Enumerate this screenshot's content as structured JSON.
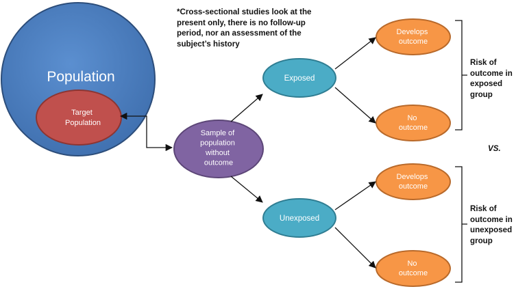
{
  "note": "*Cross-sectional studies look at the present only, there is no follow-up period, nor an assessment of the subject’s history",
  "nodes": {
    "population": "Population",
    "target": [
      "Target",
      "Population"
    ],
    "sample": [
      "Sample of",
      "population",
      "without",
      "outcome"
    ],
    "exposed": "Exposed",
    "unexposed": "Unexposed",
    "develops_top": [
      "Develops",
      "outcome"
    ],
    "no_top": [
      "No",
      "outcome"
    ],
    "develops_bottom": [
      "Develops",
      "outcome"
    ],
    "no_bottom": [
      "No",
      "outcome"
    ]
  },
  "risk_exposed": "Risk of outcome in exposed group",
  "risk_unexposed": "Risk of outcome in unexposed group",
  "vs": "VS.",
  "colors": {
    "population_fill": "#4f81bd",
    "target_fill": "#c0504d",
    "sample_fill": "#8064a2",
    "exposure_fill": "#4bacc6",
    "outcome_fill": "#f79646"
  }
}
